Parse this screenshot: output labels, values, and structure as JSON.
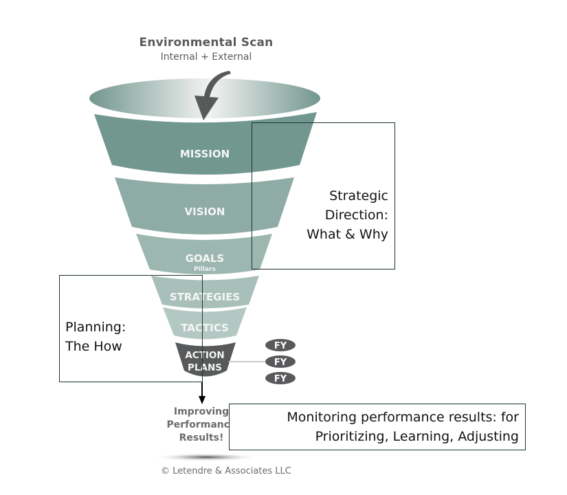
{
  "header": {
    "title": "Environmental Scan",
    "subtitle": "Internal + External"
  },
  "funnel": {
    "levels": [
      {
        "id": "mission",
        "label": "MISSION",
        "color": "#71978f"
      },
      {
        "id": "vision",
        "label": "VISION",
        "color": "#8eaba5"
      },
      {
        "id": "goals",
        "label": "GOALS",
        "sublabel": "Pillars",
        "color": "#9cb6b0"
      },
      {
        "id": "strategies",
        "label": "STRATEGIES",
        "color": "#a9c0ba"
      },
      {
        "id": "tactics",
        "label": "TACTICS",
        "color": "#b4c8c3"
      },
      {
        "id": "action-plans",
        "label_line1": "ACTION",
        "label_line2": "PLANS",
        "color": "#58595b"
      }
    ],
    "fiscal_years": [
      "FY",
      "FY",
      "FY"
    ],
    "rim_color_start": "#72968e",
    "rim_color_center": "#f2f3f2",
    "arrow_color": "#58595b"
  },
  "annotations": {
    "strategic_direction": [
      "Strategic",
      "Direction:",
      "What & Why"
    ],
    "planning": [
      "Planning:",
      "The How"
    ],
    "monitoring": [
      "Monitoring performance results: for",
      "Prioritizing, Learning, Adjusting"
    ]
  },
  "result": [
    "Improving",
    "Performance",
    "Results!"
  ],
  "copyright": "© Letendre & Associates LLC"
}
